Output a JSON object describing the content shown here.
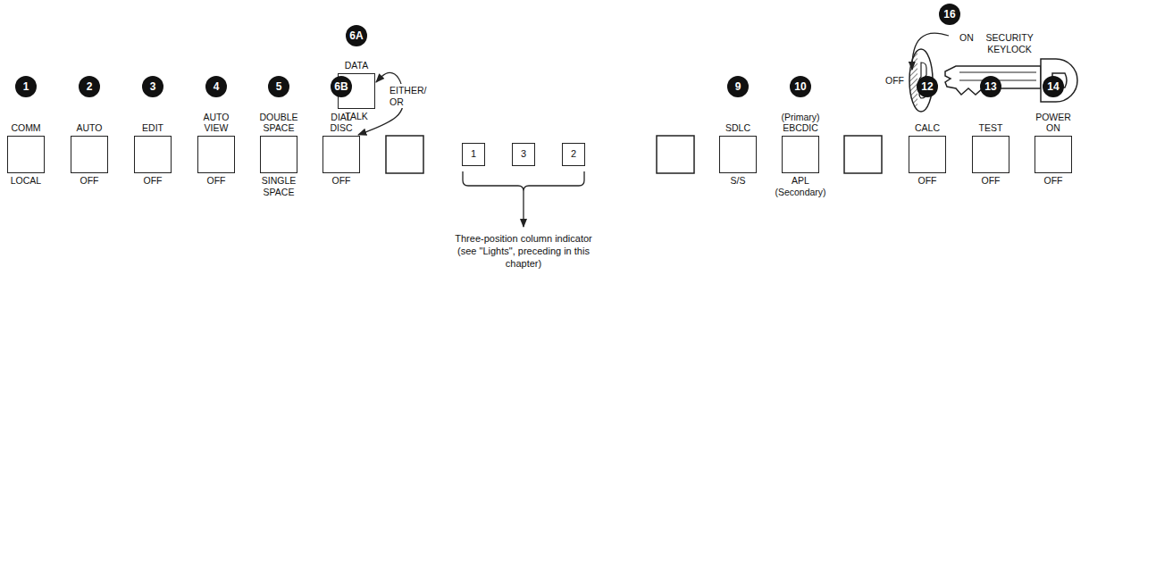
{
  "diagram": {
    "nodes": [
      {
        "text": [
          "DATA",
          "TALK"
        ]
      },
      {
        "text": [
          "COMM",
          "LOCAL"
        ]
      },
      {
        "text": [
          "AUTO",
          "OFF"
        ]
      },
      {
        "text": [
          "EDIT",
          "OFF"
        ]
      },
      {
        "text": [
          "AUTO VIEW",
          "OFF"
        ]
      },
      {
        "text": [
          "DOUBLE SPACE",
          "SINGLE SPACE"
        ]
      },
      {
        "text": [
          "DIAL DISC",
          "OFF"
        ]
      },
      {
        "text": [
          "1"
        ]
      },
      {
        "text": [
          "3"
        ]
      },
      {
        "text": [
          "2"
        ]
      },
      {
        "text": [
          "SDLC",
          "S/S"
        ]
      },
      {
        "text": [
          "(Primary) EBCDIC",
          "APL (Secondary)"
        ]
      },
      {
        "text": [
          "CALC",
          "OFF"
        ]
      },
      {
        "text": [
          "TEST",
          "OFF"
        ]
      },
      {
        "text": [
          "POWER ON",
          "OFF"
        ]
      }
    ],
    "edges": [
      {
        "from": 0,
        "to": 6,
        "arrow": "both",
        "label": "EITHER/ OR"
      }
    ],
    "labels": [
      "16",
      "6A",
      "ON",
      "SECURITY KEYLOCK",
      "OFF",
      "1",
      "2",
      "3",
      "4",
      "5",
      "6B",
      "9",
      "10",
      "12",
      "13",
      "14",
      "Three-position column indicator (see \"Lights\", preceding in this chapter)"
    ]
  }
}
